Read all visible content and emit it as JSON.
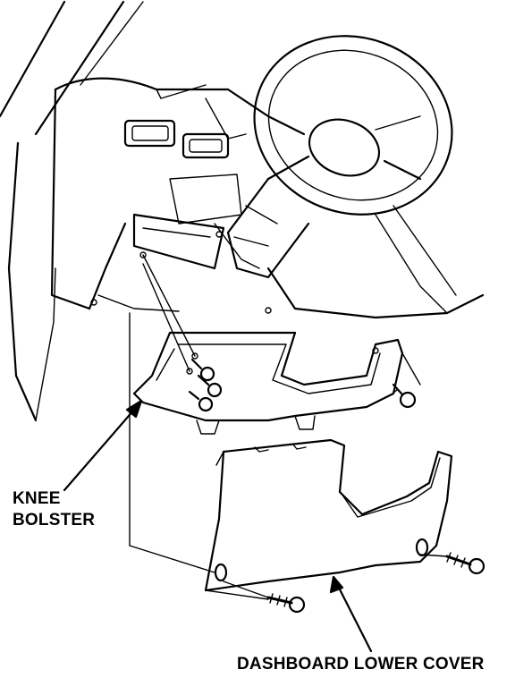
{
  "labels": {
    "knee_bolster_line1": "KNEE",
    "knee_bolster_line2": "BOLSTER",
    "dashboard_lower_cover": "DASHBOARD LOWER COVER"
  },
  "colors": {
    "ink": "#000000",
    "paper": "#ffffff"
  }
}
